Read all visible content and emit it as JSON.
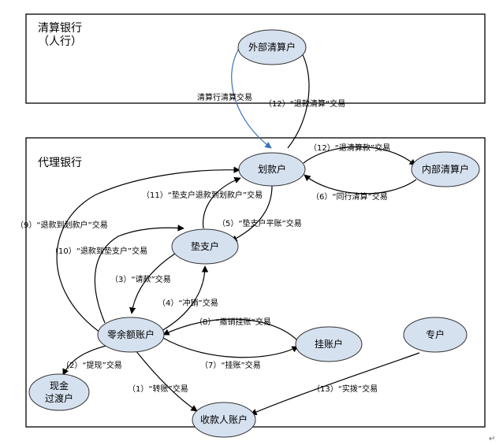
{
  "regions": {
    "clearing_bank": {
      "title_line1": "清算银行",
      "title_line2": "（人行）"
    },
    "agent_bank": {
      "title": "代理银行"
    }
  },
  "nodes": {
    "external_clearing": "外部清算户",
    "transfer_account": "划款户",
    "internal_clearing": "内部清算户",
    "advance_account": "垫支户",
    "zero_balance": "零余额账户",
    "suspense": "挂账户",
    "special": "专户",
    "cash_transit_line1": "现金",
    "cash_transit_line2": "过渡户",
    "payee": "收款人账户"
  },
  "edges": {
    "e_clearing_txn": "清算行清算交易",
    "e12_refund_clearing": "（12）“退款清算”交易",
    "e12_refund_clearing_payment": "（12）“退清算款”交易",
    "e6_interbank_clearing": "（6）“同行清算”交易",
    "e11_advance_refund_to_transfer": "（11）“垫支户退款到划款户”交易",
    "e5_advance_balance": "（5）“垫支户平账”交易",
    "e9_refund_to_transfer": "（9）“退款到划款户”交易",
    "e10_refund_to_advance": "（10）“退款到垫支户”交易",
    "e3_request_funds": "（3）“请款”交易",
    "e4_reversal": "（4）“冲销”交易",
    "e8_cancel_suspense": "（8）“撤销挂账”交易",
    "e7_suspense": "（7）“挂账”交易",
    "e2_withdraw": "（2）“提现”交易",
    "e1_transfer": "（1）“转账”交易",
    "e13_allocate": "（13）“实拨”交易"
  },
  "colors": {
    "node_fill": "#d6e1f0",
    "blue_edge": "#3b6fb5"
  },
  "paragraph_mark": "↵"
}
